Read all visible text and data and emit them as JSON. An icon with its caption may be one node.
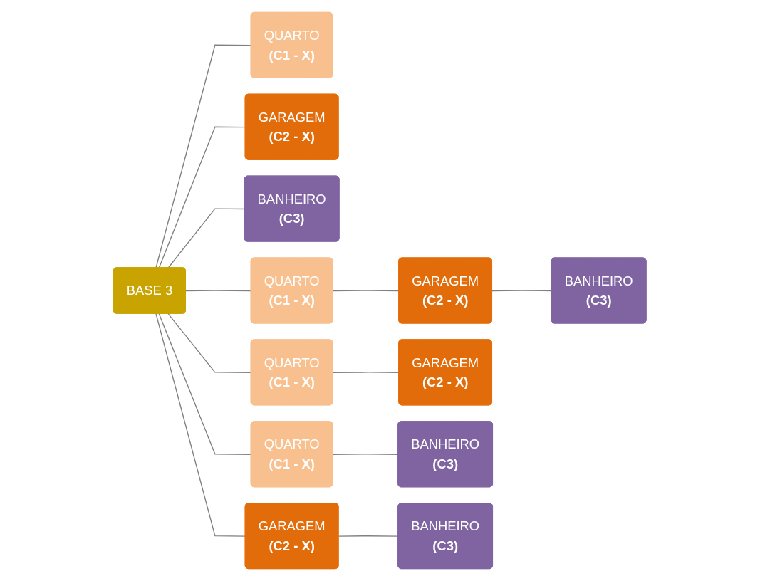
{
  "diagram": {
    "nodes": [
      {
        "text": [
          "BASE 3"
        ]
      },
      {
        "text": [
          "QUARTO",
          "(C1 - X)"
        ]
      },
      {
        "text": [
          "GARAGEM",
          "(C2 - X)"
        ]
      },
      {
        "text": [
          "BANHEIRO",
          "(C3)"
        ]
      },
      {
        "text": [
          "QUARTO",
          "(C1 - X)"
        ]
      },
      {
        "text": [
          "GARAGEM",
          "(C2 - X)"
        ]
      },
      {
        "text": [
          "BANHEIRO",
          "(C3)"
        ]
      },
      {
        "text": [
          "QUARTO",
          "(C1 - X)"
        ]
      },
      {
        "text": [
          "GARAGEM",
          "(C2 - X)"
        ]
      },
      {
        "text": [
          "QUARTO",
          "(C1 - X)"
        ]
      },
      {
        "text": [
          "BANHEIRO",
          "(C3)"
        ]
      },
      {
        "text": [
          "GARAGEM",
          "(C2 - X)"
        ]
      },
      {
        "text": [
          "BANHEIRO",
          "(C3)"
        ]
      }
    ],
    "edges": [
      {
        "from": 0,
        "to": 1,
        "arrow": "none"
      },
      {
        "from": 0,
        "to": 2,
        "arrow": "none"
      },
      {
        "from": 0,
        "to": 3,
        "arrow": "none"
      },
      {
        "from": 0,
        "to": 4,
        "arrow": "none"
      },
      {
        "from": 0,
        "to": 7,
        "arrow": "none"
      },
      {
        "from": 0,
        "to": 9,
        "arrow": "none"
      },
      {
        "from": 0,
        "to": 11,
        "arrow": "none"
      },
      {
        "from": 4,
        "to": 5,
        "arrow": "none"
      },
      {
        "from": 5,
        "to": 6,
        "arrow": "none"
      },
      {
        "from": 7,
        "to": 8,
        "arrow": "none"
      },
      {
        "from": 9,
        "to": 10,
        "arrow": "none"
      },
      {
        "from": 11,
        "to": 12,
        "arrow": "none"
      }
    ]
  }
}
